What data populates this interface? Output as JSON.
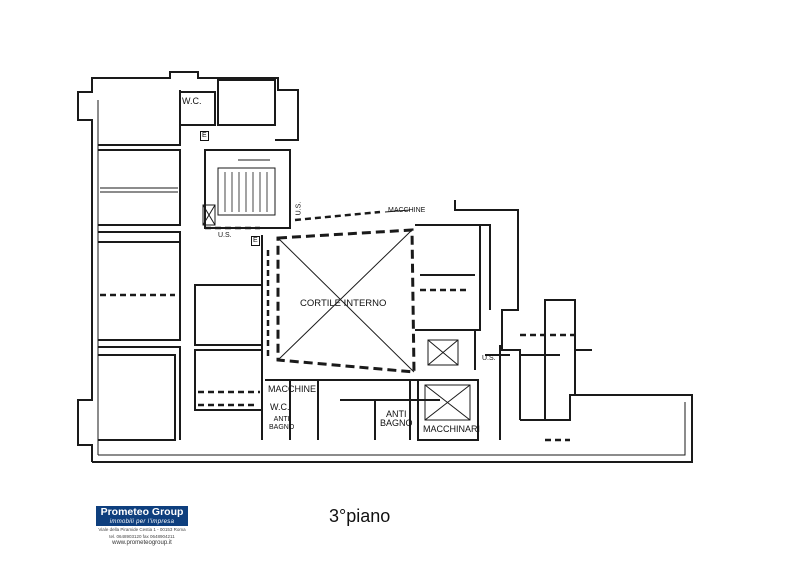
{
  "rooms": {
    "wc_top": "W.C.",
    "macchine_top": "MACCHINE",
    "cortile": "CORTILE  INTERNO",
    "macchine_bottom": "MACCHINE",
    "wc_bottom": "W.C.",
    "anti_bagno_left": "ANTI\nBAGNO",
    "anti_bagno_right": "ANTI\nBAGNO",
    "macchinari": "MACCHINARI"
  },
  "markers": {
    "e1": "E",
    "e2": "E",
    "us1": "U.S.",
    "us2": "U.S.",
    "us3": "U.S."
  },
  "floor_label": "3°piano",
  "logo": {
    "name": "Prometeo Group",
    "tagline": "immobili per l'impresa",
    "address_line1": "Viale della Piramide Cestia 1 - 00153 Roma",
    "address_line2": "tel. 0648903120 fax 0648904211",
    "website": "www.prometeogroup.it"
  },
  "colors": {
    "wall": "#1a1a1a",
    "logo_blue": "#0e3f7e"
  }
}
